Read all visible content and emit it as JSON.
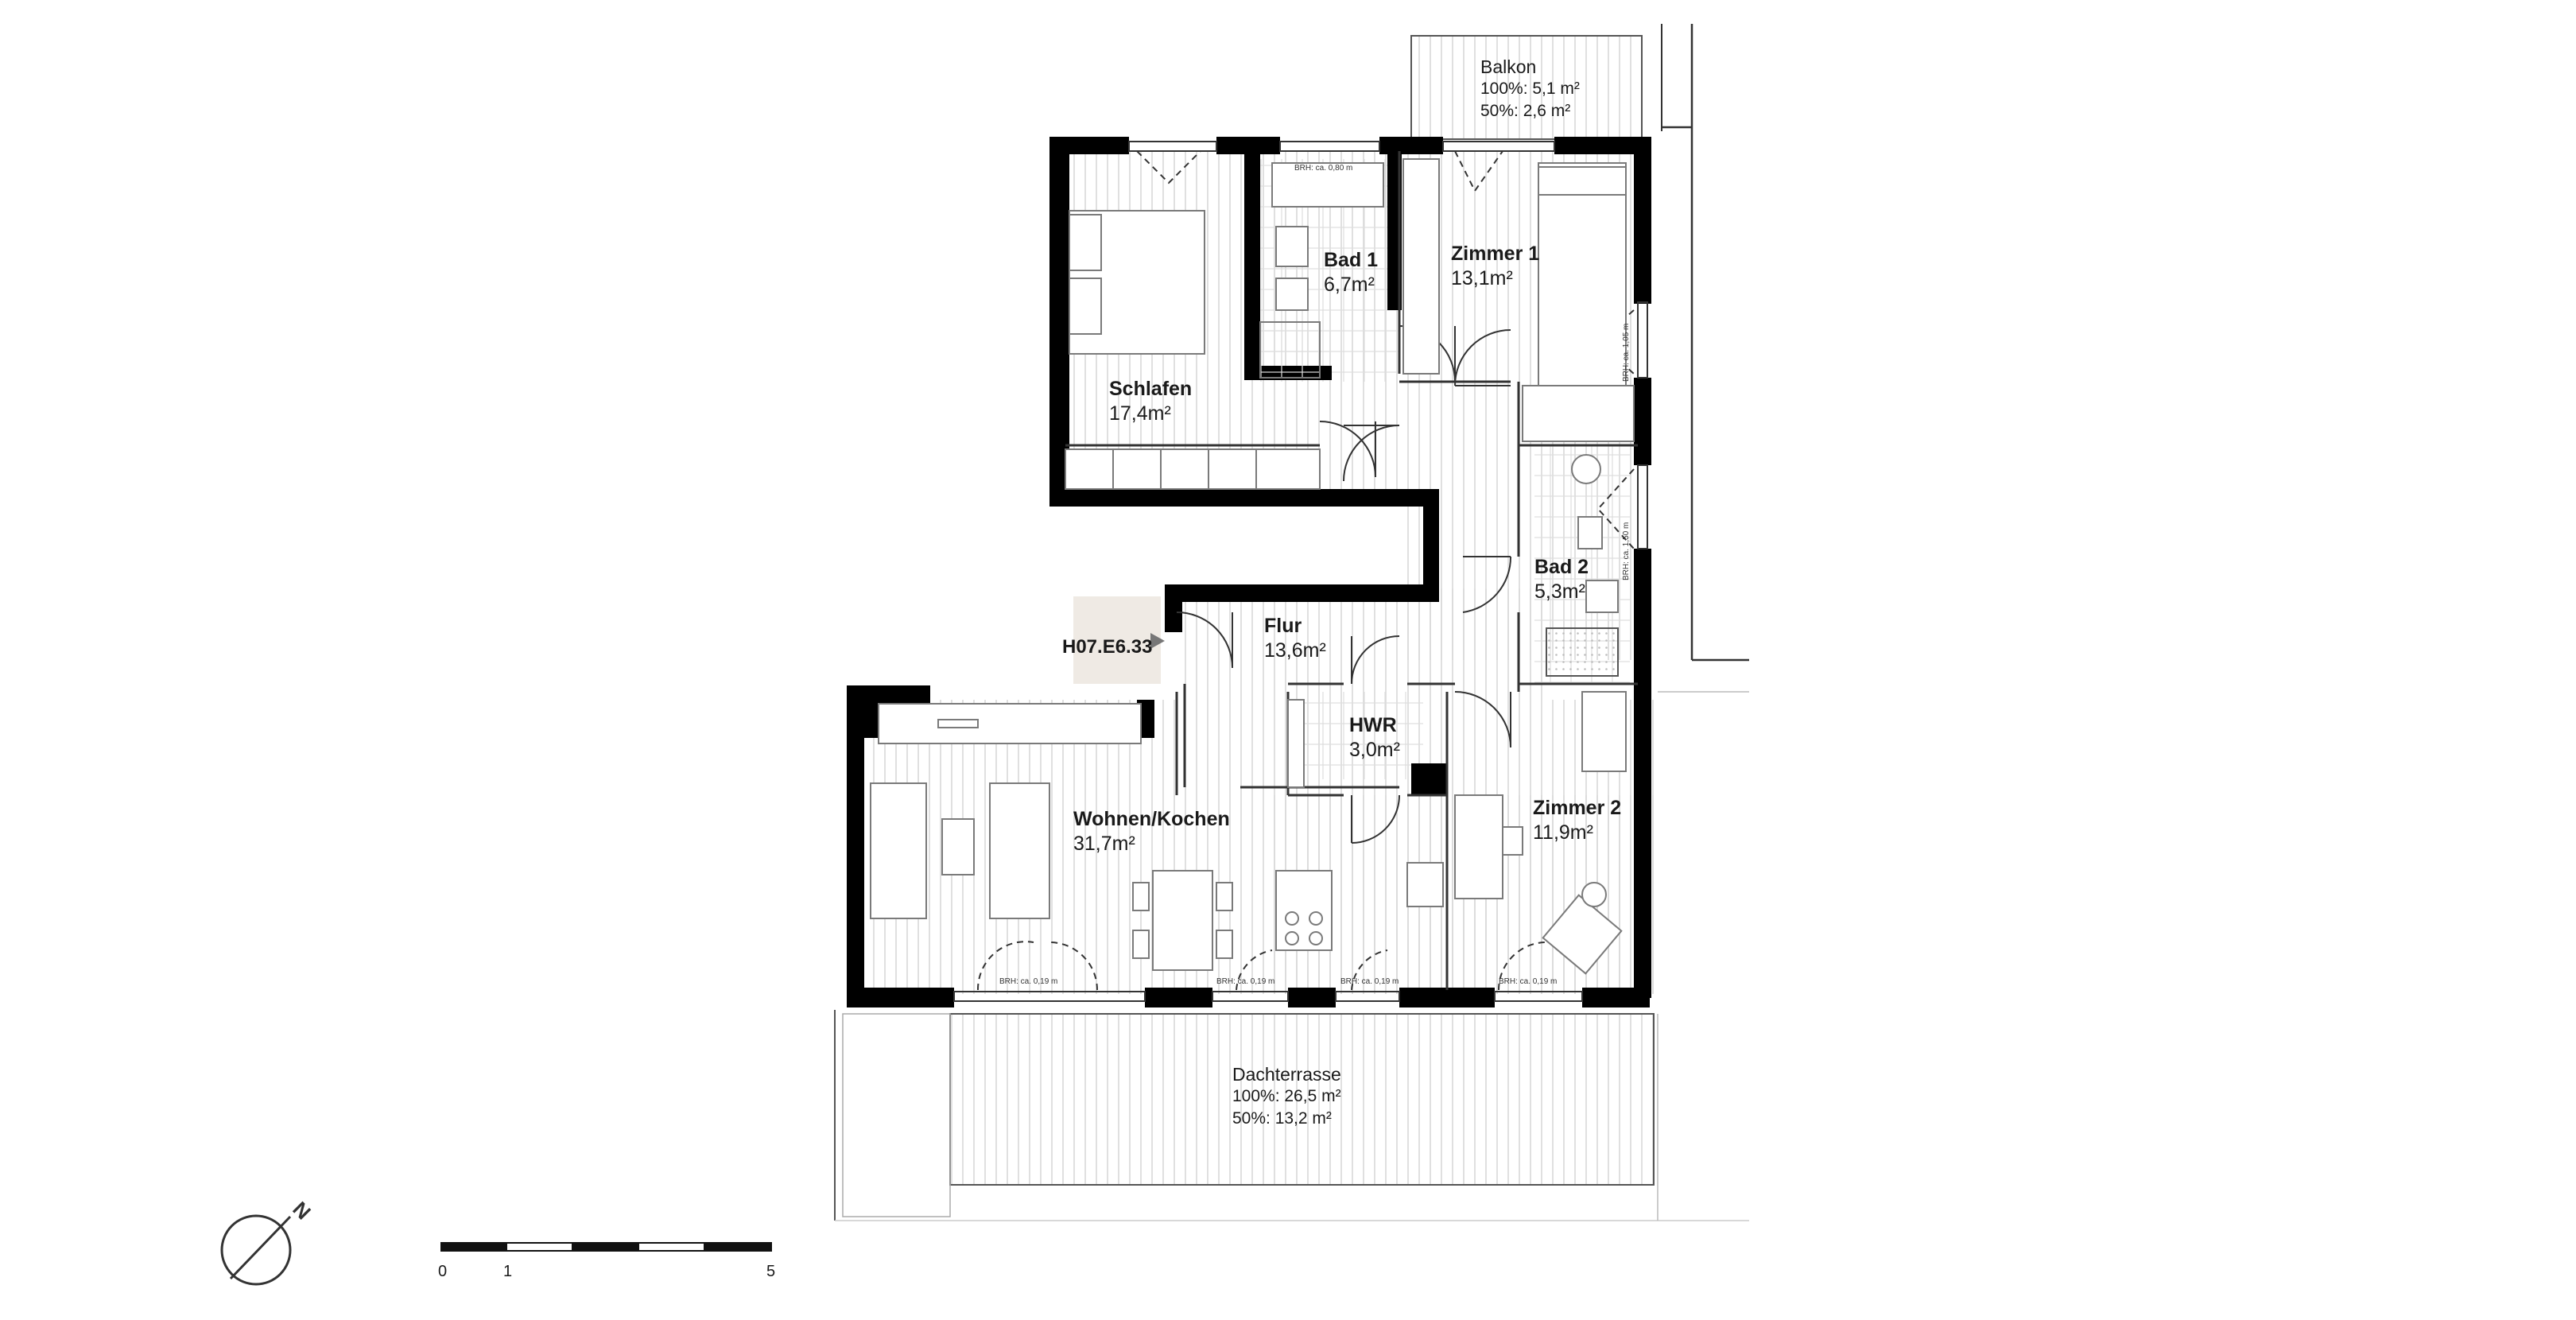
{
  "unit_id": "H07.E6.33",
  "rooms": [
    {
      "key": "schlafen",
      "name": "Schlafen",
      "area": "17,4m²"
    },
    {
      "key": "bad1",
      "name": "Bad 1",
      "area": "6,7m²"
    },
    {
      "key": "zimmer1",
      "name": "Zimmer 1",
      "area": "13,1m²"
    },
    {
      "key": "bad2",
      "name": "Bad 2",
      "area": "5,3m²"
    },
    {
      "key": "flur",
      "name": "Flur",
      "area": "13,6m²"
    },
    {
      "key": "hwr",
      "name": "HWR",
      "area": "3,0m²"
    },
    {
      "key": "wohnen",
      "name": "Wohnen/Kochen",
      "area": "31,7m²"
    },
    {
      "key": "zimmer2",
      "name": "Zimmer 2",
      "area": "11,9m²"
    }
  ],
  "outdoor": {
    "balkon": {
      "name": "Balkon",
      "line1": "100%: 5,1 m²",
      "line2": "50%:   2,6 m²"
    },
    "dachterrasse": {
      "name": "Dachterrasse",
      "line1": "100%:  26,5 m²",
      "line2": "50%:    13,2 m²"
    }
  },
  "sill_heights": {
    "bath": "BRH: ca. 0,80 m",
    "zimmer1": "BRH: ca. 1,05 m",
    "bad2": "BRH: ca. 1,50 m",
    "terrace": "BRH: ca. 0,19 m"
  },
  "scale_bar": {
    "ticks": [
      "0",
      "1",
      "5"
    ]
  },
  "north": {
    "label": "N"
  },
  "colors": {
    "wall": "#000000",
    "hatch": "#d4d4d4",
    "outline": "#555555",
    "unit_tag_bg": "#efeae4",
    "fixture": "#8a8a8a"
  }
}
